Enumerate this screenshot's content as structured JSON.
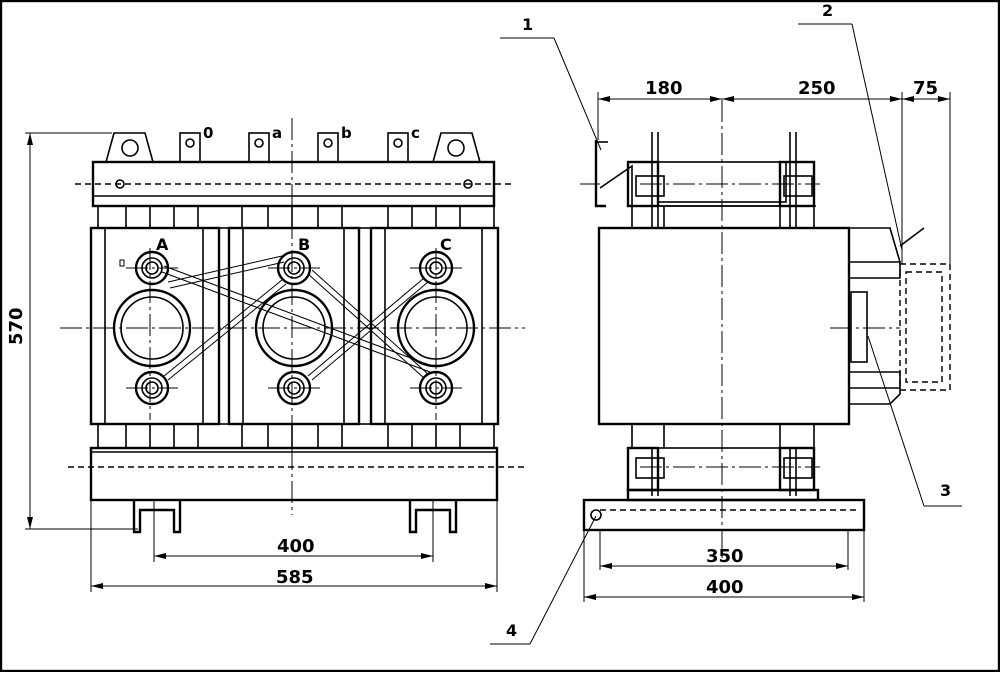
{
  "dimensions": {
    "height_left": "570",
    "foot_span": "400",
    "width_front": "585",
    "top_180": "180",
    "top_250": "250",
    "top_75": "75",
    "base_350": "350",
    "base_400": "400"
  },
  "phases": [
    "A",
    "B",
    "C"
  ],
  "terminals": [
    "0",
    "a",
    "b",
    "c"
  ],
  "callouts": [
    "1",
    "2",
    "3",
    "4"
  ]
}
